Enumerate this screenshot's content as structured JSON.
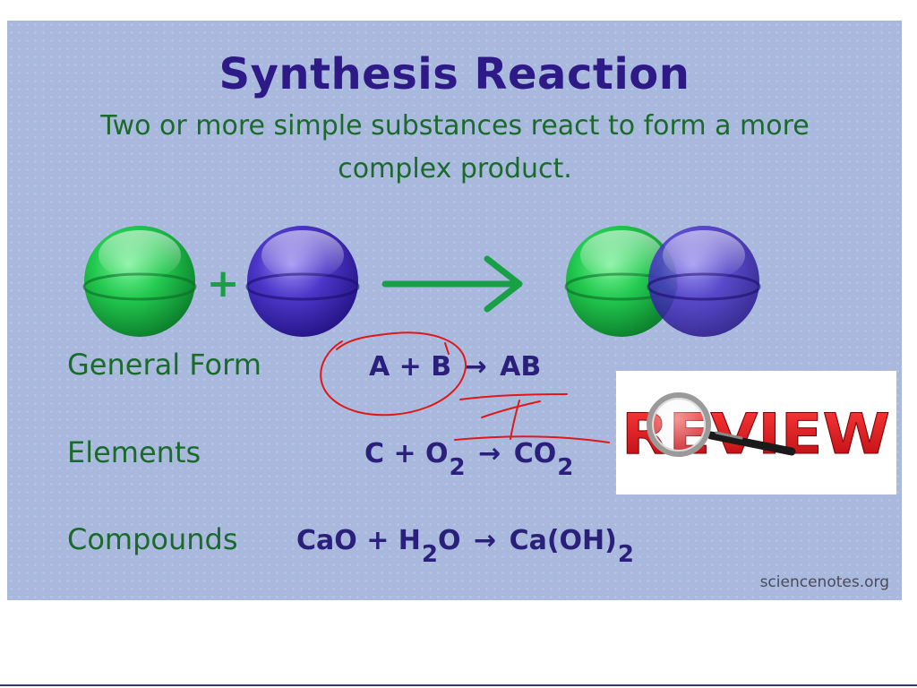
{
  "slide": {
    "title": "Synthesis Reaction",
    "subtitle": "Two or more simple substances react to form a more complex product.",
    "credit": "sciencenotes.org"
  },
  "diagram": {
    "plus": "+",
    "colors": {
      "green": "#1fc24a",
      "blue": "#4a35c6",
      "arrow": "#17a046"
    }
  },
  "rows": [
    {
      "label": "General Form",
      "eq_a": "A + B",
      "arrow": "→",
      "eq_b": "AB"
    },
    {
      "label": "Elements",
      "eq_a": "C + O",
      "sub_a": "2",
      "arrow": "→",
      "eq_b": "CO",
      "sub_b": "2"
    },
    {
      "label": "Compounds",
      "eq_a": "CaO + H",
      "sub_a": "2",
      "eq_a2": "O",
      "arrow": "→",
      "eq_b": "Ca(OH)",
      "sub_b": "2"
    }
  ],
  "review_image": {
    "text": "REVIEW",
    "color": "#e0141a"
  }
}
